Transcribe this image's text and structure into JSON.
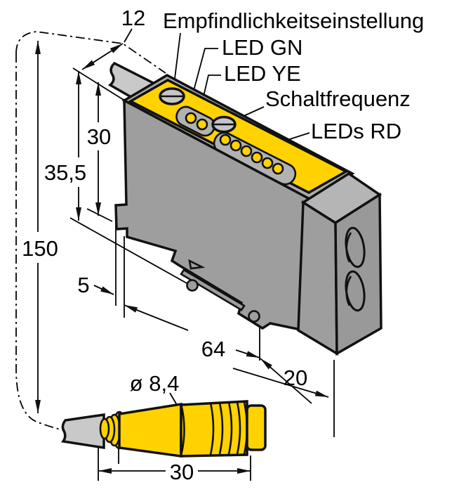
{
  "labels": {
    "sensitivity": "Empfindlichkeitseinstellung",
    "led_gn": "LED GN",
    "led_ye": "LED YE",
    "switching_frequency": "Schaltfrequenz",
    "leds_rd": "LEDs RD"
  },
  "dimensions": {
    "top_width": "12",
    "body_height": "30",
    "total_height": "35,5",
    "cable_reference_length": "150",
    "bracket_offset": "5",
    "body_length": "64",
    "body_depth": "20",
    "connector_diameter": "ø 8,4",
    "connector_length": "30"
  },
  "colors": {
    "housing_yellow": "#FFD200",
    "body_gray": "#9E9E9E",
    "rim_gray": "#ACACAC",
    "box_top_gray": "#B5B5B5",
    "box_front_gray": "#999999",
    "box_joint_gray": "#9E9E9E",
    "cable_gray": "#C9C9C9",
    "control_gray": "#C6C6C6",
    "window_gray": "#B2B2B2"
  }
}
